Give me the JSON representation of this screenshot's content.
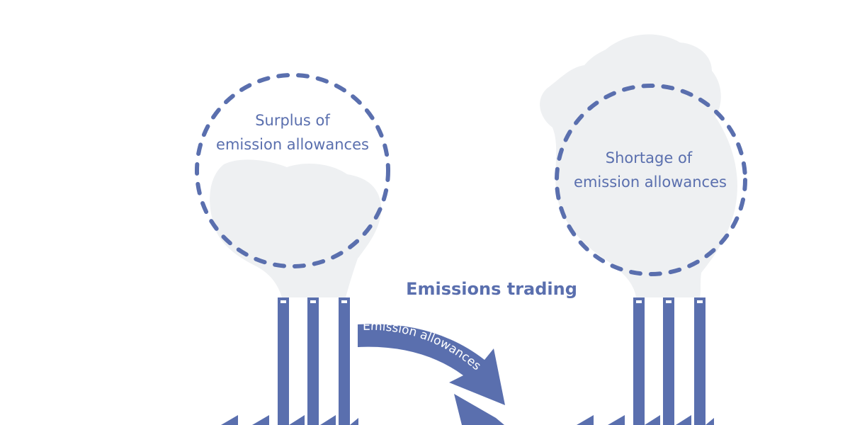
{
  "colors": {
    "primary": "#5a6fae",
    "smoke": "#eef0f2",
    "background": "#ffffff"
  },
  "left_plant": {
    "line1": "Surplus of",
    "line2": "emission allowances"
  },
  "right_plant": {
    "line1": "Shortage of",
    "line2": "emission allowances"
  },
  "title": "Emissions trading",
  "arrow_label": "Emission allowances"
}
